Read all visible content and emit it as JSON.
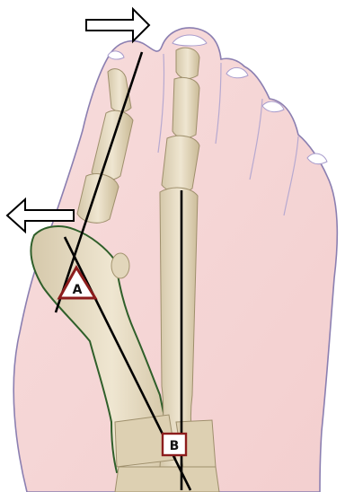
{
  "figure": {
    "labels": {
      "angle_a": "A",
      "angle_b": "B"
    },
    "arrows": {
      "top": {
        "direction": "right"
      },
      "left": {
        "direction": "left"
      }
    },
    "colors": {
      "skin": "#f6d6d4",
      "skin_outline": "#8b7fb1",
      "bone": "#e6dcc4",
      "bone_shadow": "#c7b99a",
      "bone_outline": "#2f5f2a",
      "axis_line": "#000000",
      "triangle_stroke": "#8c1c1c",
      "label_box_stroke": "#8c1c1c",
      "label_text": "#111111",
      "arrow_stroke": "#000000",
      "arrow_fill": "#ffffff"
    }
  }
}
